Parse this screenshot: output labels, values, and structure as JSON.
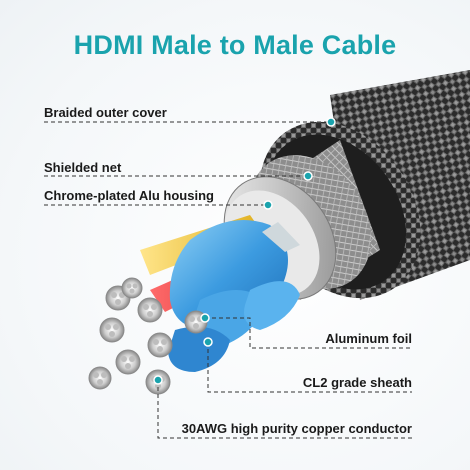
{
  "title": "HDMI Male to Male Cable",
  "accent_color": "#1aa3ad",
  "labels": {
    "braided_outer_cover": "Braided outer cover",
    "shielded_net": "Shielded net",
    "chrome_plated_housing": "Chrome-plated Alu housing",
    "aluminum_foil": "Aluminum foil",
    "cl2_grade_sheath": "CL2 grade sheath",
    "copper_conductor": "30AWG high purity copper conductor"
  }
}
